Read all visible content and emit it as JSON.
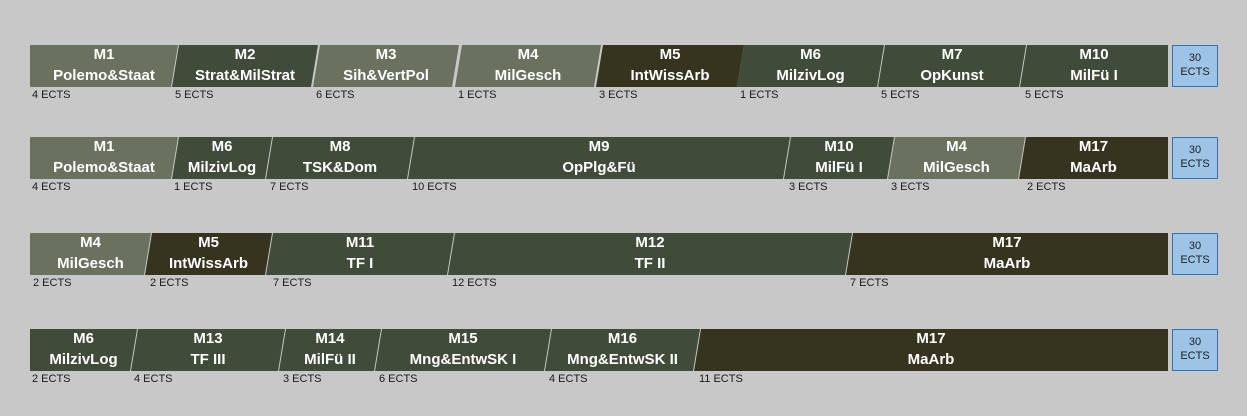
{
  "colors": {
    "light": "#6a715f",
    "mid": "#414b3a",
    "dark": "#36341f",
    "total_fill": "#9dc3e6",
    "total_border": "#2e75b6",
    "background": "#c8c8c8"
  },
  "rows": [
    {
      "total": [
        "30",
        "ECTS"
      ],
      "modules": [
        {
          "code": "M1",
          "name": "Polemo&Staat",
          "ects": "4 ECTS",
          "color": "light"
        },
        {
          "code": "M2",
          "name": "Strat&MilStrat",
          "ects": "5 ECTS",
          "color": "mid"
        },
        {
          "code": "M3",
          "name": "Sih&VertPol",
          "ects": "6 ECTS",
          "color": "light"
        },
        {
          "code": "M4",
          "name": "MilGesch",
          "ects": "1 ECTS",
          "color": "light"
        },
        {
          "code": "M5",
          "name": "IntWissArb",
          "ects": "3 ECTS",
          "color": "dark"
        },
        {
          "code": "M6",
          "name": "MilzivLog",
          "ects": "1 ECTS",
          "color": "mid"
        },
        {
          "code": "M7",
          "name": "OpKunst",
          "ects": "5 ECTS",
          "color": "mid"
        },
        {
          "code": "M10",
          "name": "MilFü I",
          "ects": "5 ECTS",
          "color": "mid"
        }
      ]
    },
    {
      "total": [
        "30",
        "ECTS"
      ],
      "modules": [
        {
          "code": "M1",
          "name": "Polemo&Staat",
          "ects": "4 ECTS",
          "color": "light"
        },
        {
          "code": "M6",
          "name": "MilzivLog",
          "ects": "1 ECTS",
          "color": "mid"
        },
        {
          "code": "M8",
          "name": "TSK&Dom",
          "ects": "7 ECTS",
          "color": "mid"
        },
        {
          "code": "M9",
          "name": "OpPlg&Fü",
          "ects": "10 ECTS",
          "color": "mid"
        },
        {
          "code": "M10",
          "name": "MilFü I",
          "ects": "3 ECTS",
          "color": "mid"
        },
        {
          "code": "M4",
          "name": "MilGesch",
          "ects": "3 ECTS",
          "color": "light"
        },
        {
          "code": "M17",
          "name": "MaArb",
          "ects": "2 ECTS",
          "color": "dark"
        }
      ]
    },
    {
      "total": [
        "30",
        "ECTS"
      ],
      "modules": [
        {
          "code": "M4",
          "name": "MilGesch",
          "ects": "2 ECTS",
          "color": "light"
        },
        {
          "code": "M5",
          "name": "IntWissArb",
          "ects": "2 ECTS",
          "color": "dark"
        },
        {
          "code": "M11",
          "name": "TF I",
          "ects": "7 ECTS",
          "color": "mid"
        },
        {
          "code": "M12",
          "name": "TF II",
          "ects": "12 ECTS",
          "color": "mid"
        },
        {
          "code": "M17",
          "name": "MaArb",
          "ects": "7 ECTS",
          "color": "dark"
        }
      ]
    },
    {
      "total": [
        "30",
        "ECTS"
      ],
      "modules": [
        {
          "code": "M6",
          "name": "MilzivLog",
          "ects": "2 ECTS",
          "color": "mid"
        },
        {
          "code": "M13",
          "name": "TF III",
          "ects": "4 ECTS",
          "color": "mid"
        },
        {
          "code": "M14",
          "name": "MilFü II",
          "ects": "3 ECTS",
          "color": "mid"
        },
        {
          "code": "M15",
          "name": "Mng&EntwSK I",
          "ects": "6 ECTS",
          "color": "mid"
        },
        {
          "code": "M16",
          "name": "Mng&EntwSK II",
          "ects": "4 ECTS",
          "color": "mid"
        },
        {
          "code": "M17",
          "name": "MaArb",
          "ects": "11 ECTS",
          "color": "dark"
        }
      ]
    }
  ]
}
